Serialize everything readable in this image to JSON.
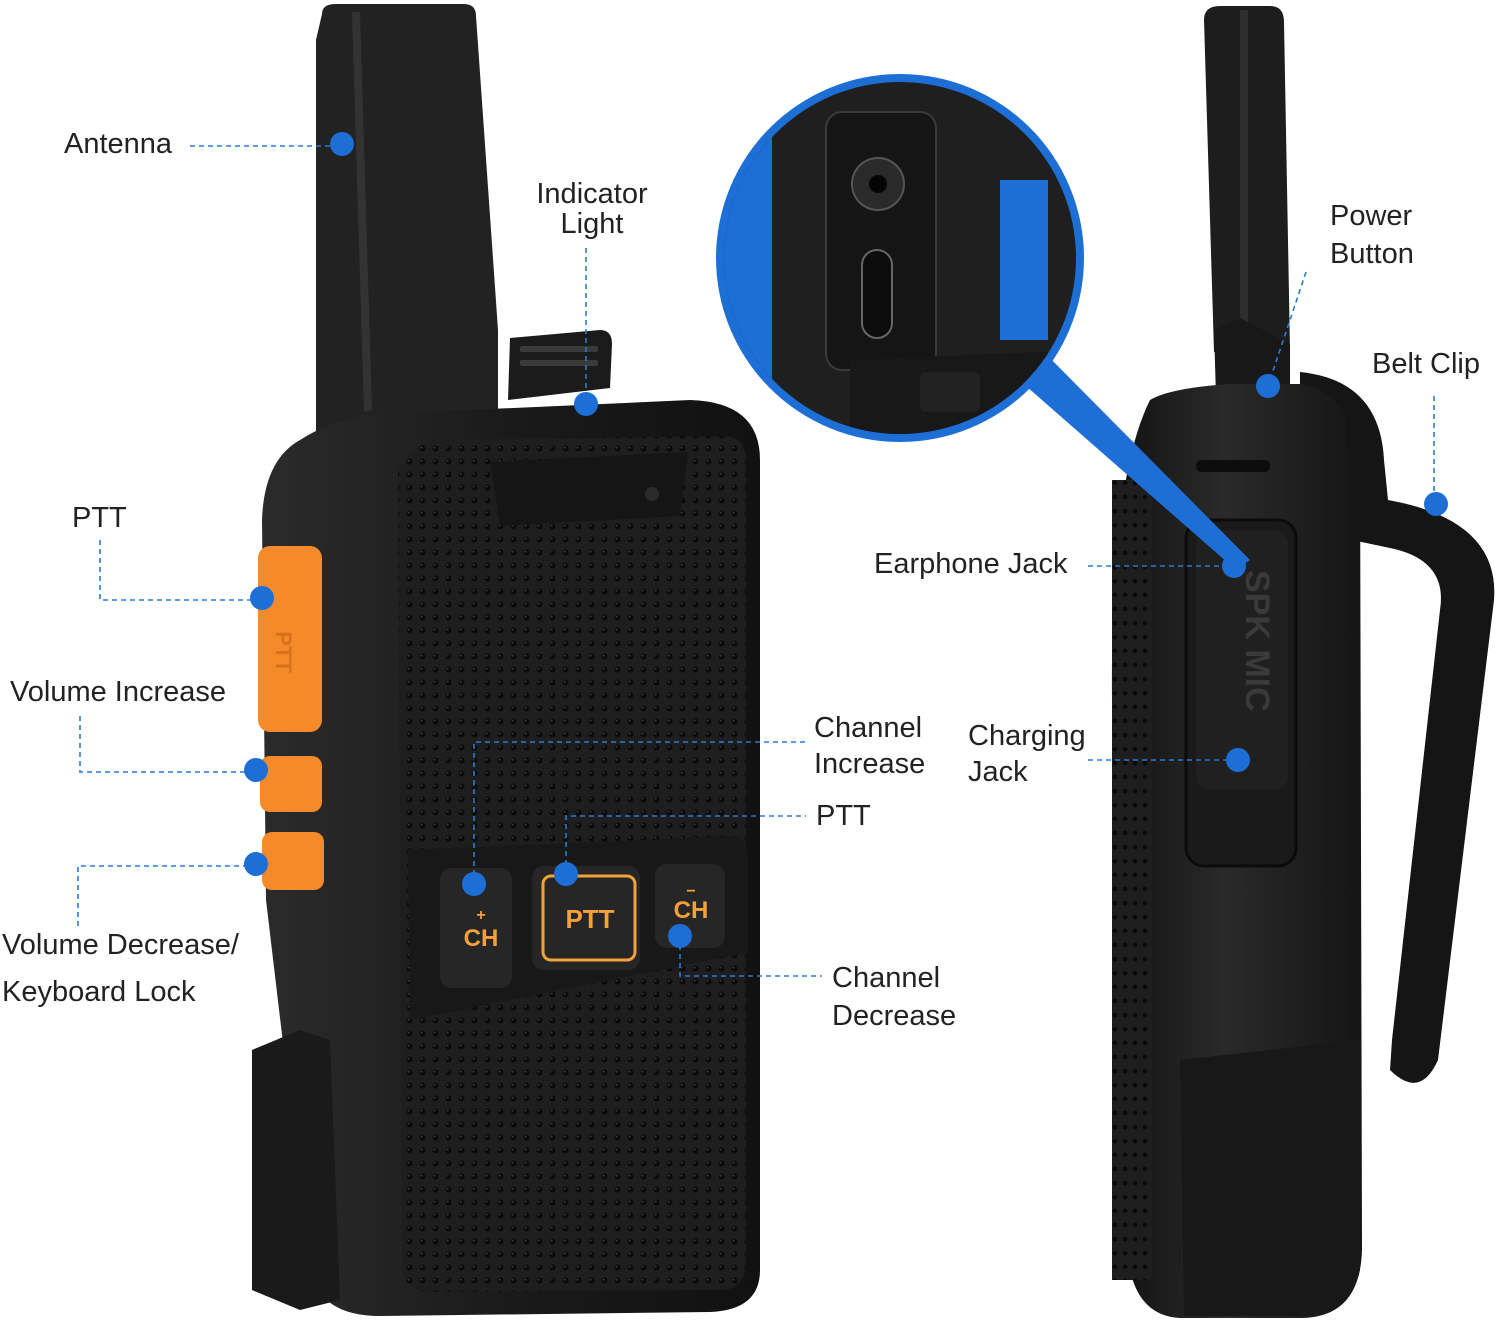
{
  "labels": {
    "antenna": "Antenna",
    "indicator_line1": "Indicator",
    "indicator_line2": "Light",
    "ptt_side": "PTT",
    "volume_increase": "Volume Increase",
    "volume_decrease_line1": "Volume Decrease/",
    "volume_decrease_line2": "Keyboard Lock",
    "channel_increase_line1": "Channel",
    "channel_increase_line2": "Increase",
    "ptt_front": "PTT",
    "channel_decrease_line1": "Channel",
    "channel_decrease_line2": "Decrease",
    "power_line1": "Power",
    "power_line2": "Button",
    "belt_clip": "Belt Clip",
    "earphone_jack": "Earphone Jack",
    "charging_line1": "Charging",
    "charging_line2": "Jack"
  },
  "device_markings": {
    "front_ptt_key": "PTT",
    "side_ptt_key": "PTT",
    "ch_plus_sign": "+",
    "ch_plus_text": "CH",
    "ch_minus_sign": "−",
    "ch_minus_text": "CH",
    "side_port_cover": "SPK MIC"
  },
  "colors": {
    "accent_blue": "#1d6fd6",
    "key_orange": "#f58a2a",
    "body_black": "#1c1c1c"
  }
}
